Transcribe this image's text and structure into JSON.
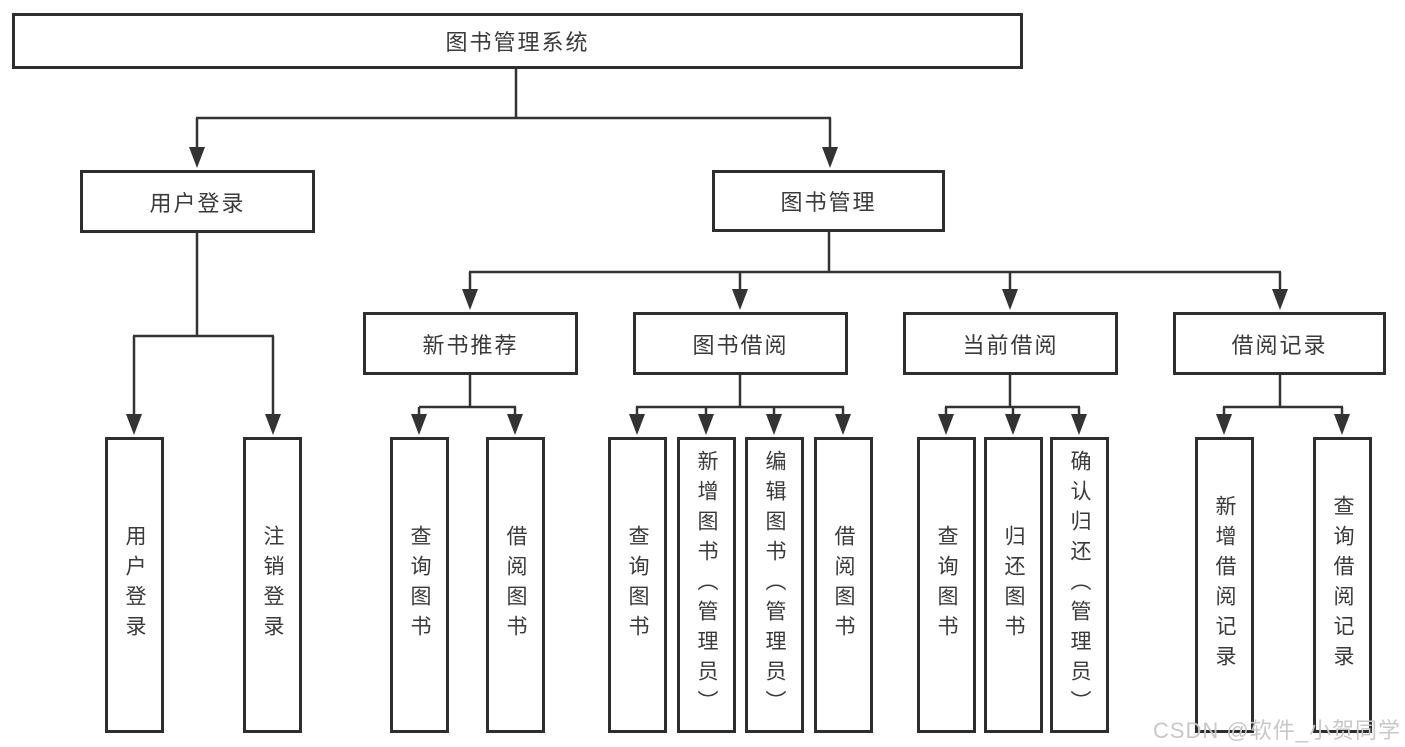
{
  "diagram": {
    "root": {
      "label": "图书管理系统"
    },
    "branches": [
      {
        "label": "用户登录",
        "children": [
          {
            "label": "用户登录"
          },
          {
            "label": "注销登录"
          }
        ]
      },
      {
        "label": "图书管理",
        "sections": [
          {
            "label": "新书推荐",
            "children": [
              {
                "label": "查询图书"
              },
              {
                "label": "借阅图书"
              }
            ]
          },
          {
            "label": "图书借阅",
            "children": [
              {
                "label": "查询图书"
              },
              {
                "label": "新增图书（管理员）"
              },
              {
                "label": "编辑图书（管理员）"
              },
              {
                "label": "借阅图书"
              }
            ]
          },
          {
            "label": "当前借阅",
            "children": [
              {
                "label": "查询图书"
              },
              {
                "label": "归还图书"
              },
              {
                "label": "确认归还（管理员）"
              }
            ]
          },
          {
            "label": "借阅记录",
            "children": [
              {
                "label": "新增借阅记录"
              },
              {
                "label": "查询借阅记录"
              }
            ]
          }
        ]
      }
    ]
  },
  "watermark": {
    "text": "CSDN @软件_小贺同学"
  },
  "colors": {
    "line": "#333333",
    "box_border": "#2e2e2e",
    "text": "#3a3a3a",
    "background": "#ffffff",
    "watermark": "#c8c8c8"
  }
}
